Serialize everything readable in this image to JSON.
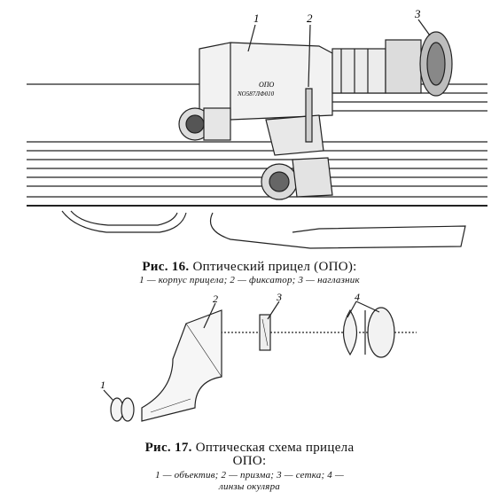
{
  "figure16": {
    "callouts": [
      "1",
      "2",
      "3"
    ],
    "scope_marking": [
      "ОПО",
      "NO587ЛФ010"
    ],
    "caption_prefix": "Рис. 16.",
    "caption_text": "Оптический прицел (ОПО):",
    "legend": "1 — корпус прицела; 2 — фиксатор; 3 — наглазник"
  },
  "figure17": {
    "callouts": [
      "1",
      "2",
      "3",
      "4"
    ],
    "caption_prefix": "Рис. 17.",
    "caption_text_line1": "Оптическая схема прицела",
    "caption_text_line2": "ОПО:",
    "legend_line1": "1 — объектив; 2 — призма; 3 — сетка; 4 —",
    "legend_line2": "линзы окуляра"
  }
}
